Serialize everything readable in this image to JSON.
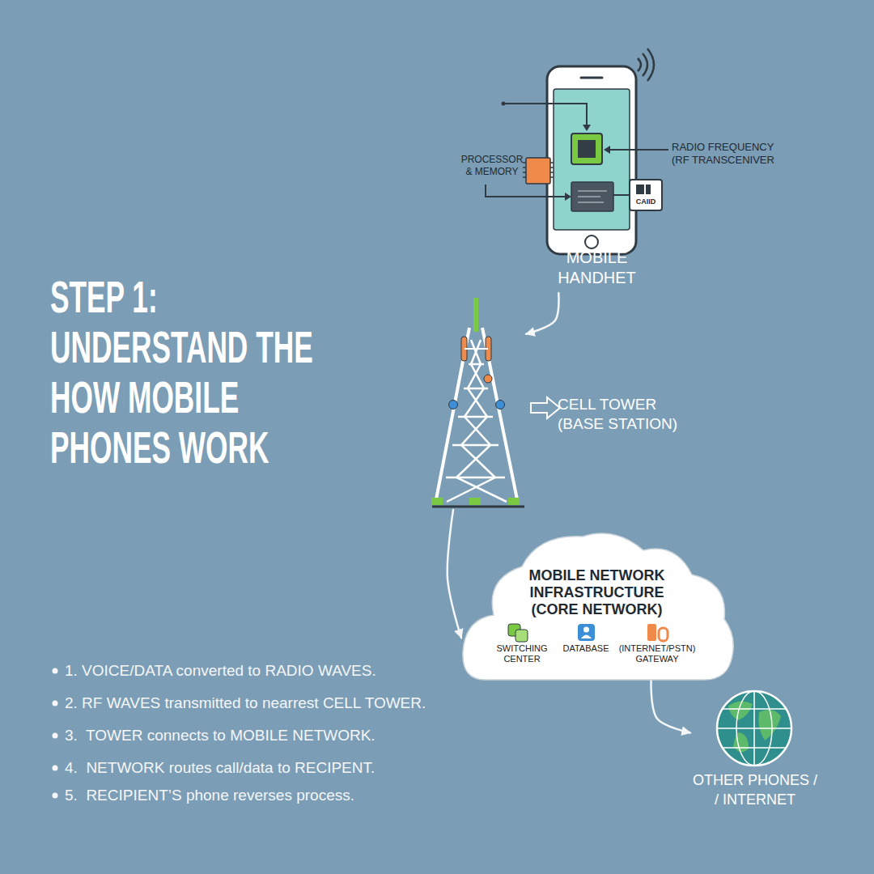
{
  "diagram": {
    "title": "STEP 1: UNDERSTAND THE HOW MOBILE PHONES WORK",
    "nodes": [
      {
        "text": [
          "MOBILE HANDHET"
        ]
      },
      {
        "text": [
          "CELL TOWER (BASE STATION)"
        ]
      },
      {
        "text": [
          "MOBILE NETWORK INFRASTRUCTURE (CORE NETWORK)"
        ]
      },
      {
        "text": [
          "SWITCHING CENTER"
        ],
        "in": 2
      },
      {
        "text": [
          "DATABASE"
        ],
        "in": 2
      },
      {
        "text": [
          "(INTERNET/PSTN) GATEWAY"
        ],
        "in": 2
      },
      {
        "text": [
          "OTHER PHONES / / INTERNET"
        ]
      }
    ],
    "edges": [
      {
        "from": 0,
        "to": 1,
        "arrow": "to"
      },
      {
        "from": 1,
        "to": 2,
        "arrow": "to"
      },
      {
        "from": 2,
        "to": 6,
        "arrow": "to"
      }
    ],
    "labels": [
      "PROCESSOR & MEMORY",
      "RADIO FREQUENCY (RF TRANSCENIVER",
      "CAIID",
      "1. VOICE/DATA converted to RADIO WAVES.",
      "2. RF WAVES transmitted to nearrest CELL TOWER.",
      "3.  TOWER connects to MOBILE NETWORK.",
      "4.  NETWORK routes call/data to RECIPENT.",
      "5.  RECIPIENT’S phone reverses process."
    ]
  }
}
